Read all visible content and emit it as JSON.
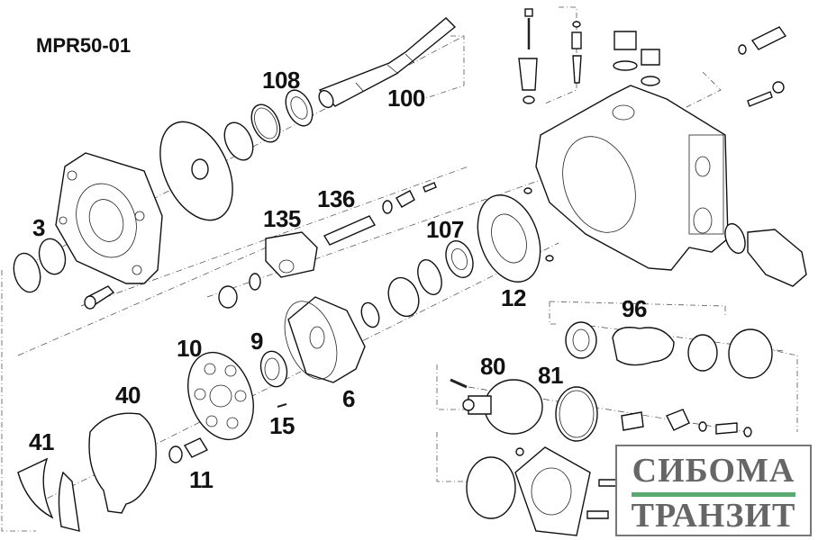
{
  "title": "MPR50-01",
  "callouts": [
    {
      "id": "label-108",
      "text": "108"
    },
    {
      "id": "label-100",
      "text": "100"
    },
    {
      "id": "label-3",
      "text": "3"
    },
    {
      "id": "label-135",
      "text": "135"
    },
    {
      "id": "label-136",
      "text": "136"
    },
    {
      "id": "label-107",
      "text": "107"
    },
    {
      "id": "label-12",
      "text": "12"
    },
    {
      "id": "label-96",
      "text": "96"
    },
    {
      "id": "label-10",
      "text": "10"
    },
    {
      "id": "label-9",
      "text": "9"
    },
    {
      "id": "label-40",
      "text": "40"
    },
    {
      "id": "label-6",
      "text": "6"
    },
    {
      "id": "label-15",
      "text": "15"
    },
    {
      "id": "label-80",
      "text": "80"
    },
    {
      "id": "label-81",
      "text": "81"
    },
    {
      "id": "label-41",
      "text": "41"
    },
    {
      "id": "label-11",
      "text": "11"
    }
  ],
  "watermark": {
    "line1": "СИБОМА",
    "line2": "ТРАНЗИТ",
    "accent_color": "#5aa96e",
    "text_color": "#666666"
  }
}
